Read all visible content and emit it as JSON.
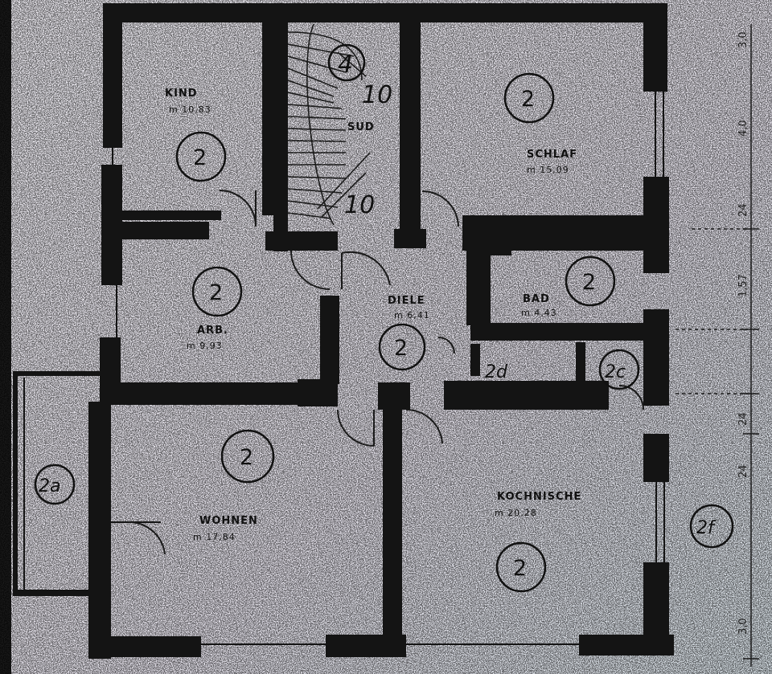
{
  "rooms": {
    "kind": {
      "label": "KIND",
      "area": "m 10,83",
      "zone": "2"
    },
    "schlaf": {
      "label": "SCHLAF",
      "area": "m 15,09",
      "zone": "2"
    },
    "arb": {
      "label": "ARB.",
      "area": "m 9,93",
      "zone": "2"
    },
    "diele": {
      "label": "DIELE",
      "area": "m 6,41",
      "zone": "2"
    },
    "bad": {
      "label": "BAD",
      "area": "m 4,43",
      "zone": "2"
    },
    "wohnen": {
      "label": "WOHNEN",
      "area": "m 17,84",
      "zone": "2"
    },
    "kochnische": {
      "label": "KOCHNISCHE",
      "area": "m 20,28",
      "zone": "2"
    }
  },
  "stair": {
    "label": "SUD",
    "top_number": "4",
    "upper_count": "10",
    "lower_count": "10"
  },
  "zones": {
    "balcony": "2a",
    "wc_left": "2d",
    "wc_right": "2c",
    "outside": "2f"
  },
  "dimensions": [
    "24",
    "1,57",
    "24",
    "3,0",
    "24",
    "4,0",
    "3,0"
  ],
  "colors": {
    "paper": "#e9e6ee",
    "ink": "#111111",
    "wall": "#141414"
  }
}
